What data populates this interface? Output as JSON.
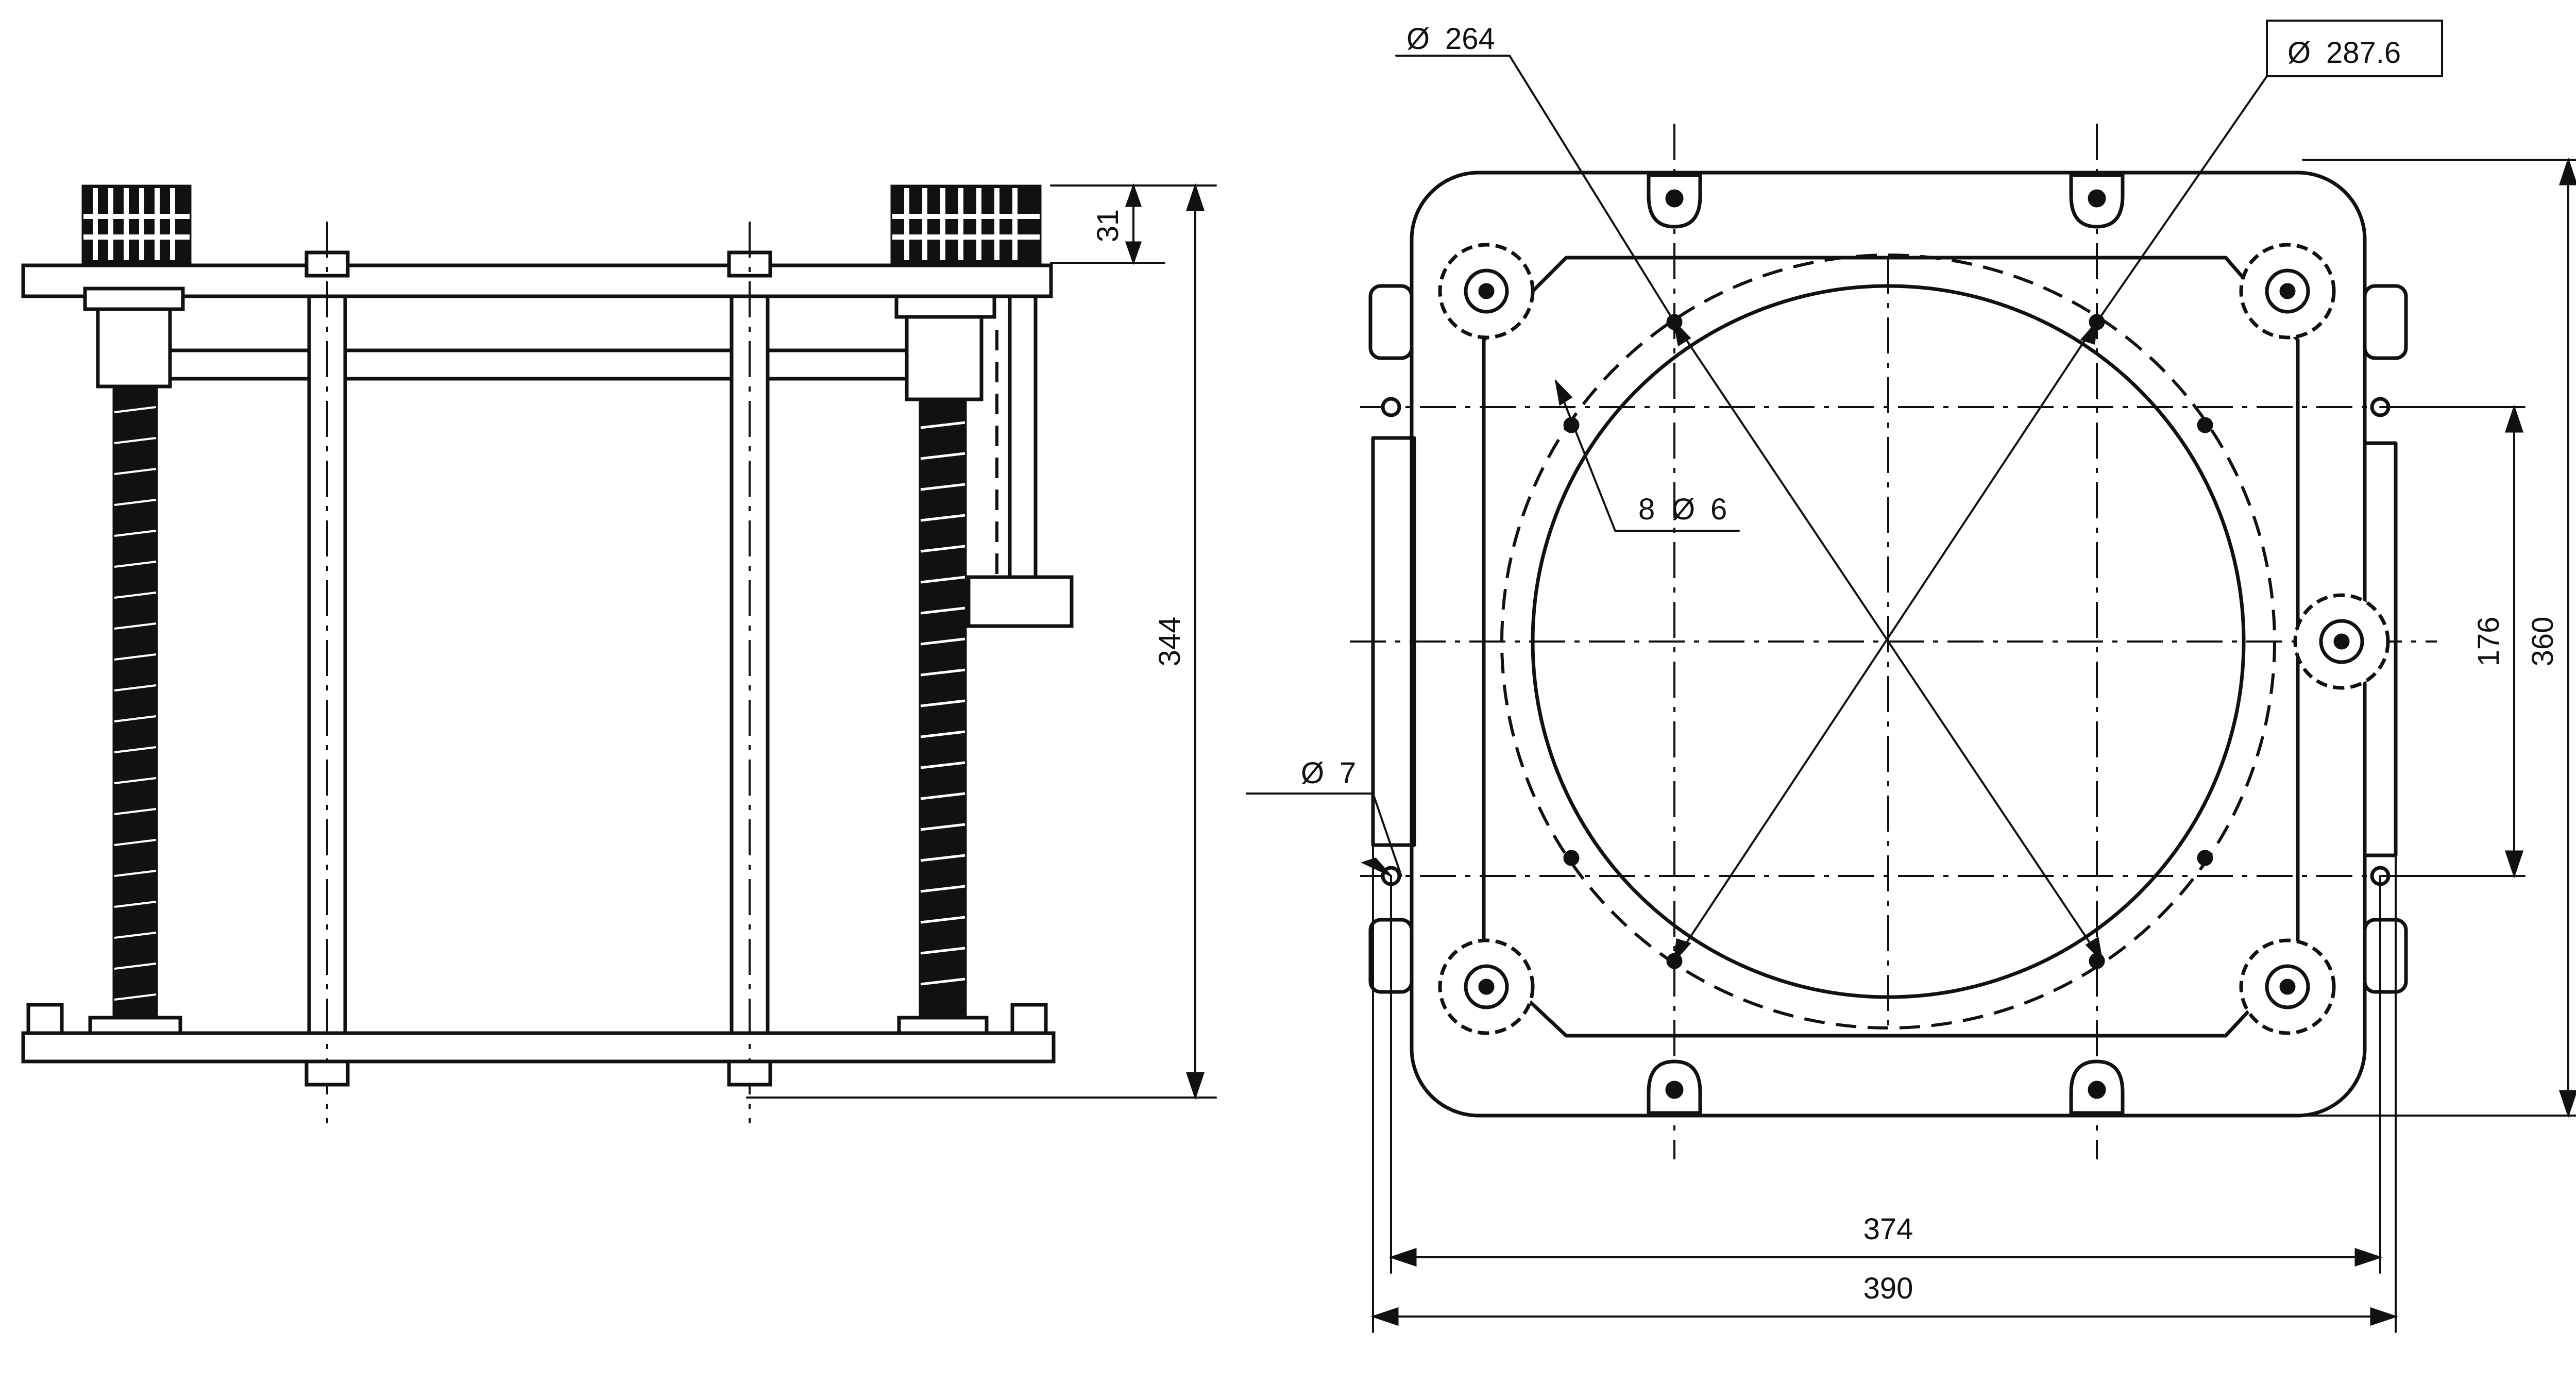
{
  "side_view": {
    "dimensions": {
      "top_flange": "31",
      "overall_height": "344"
    }
  },
  "plan_view": {
    "dimensions": {
      "inner_circle": "264",
      "outer_circle": "287.6",
      "holes": "8",
      "hole_diameter": "6",
      "pin_diameter": "7",
      "hole_spacing_vertical": "176",
      "overall_height": "360",
      "hole_spacing_horizontal": "374",
      "overall_width": "390"
    }
  }
}
